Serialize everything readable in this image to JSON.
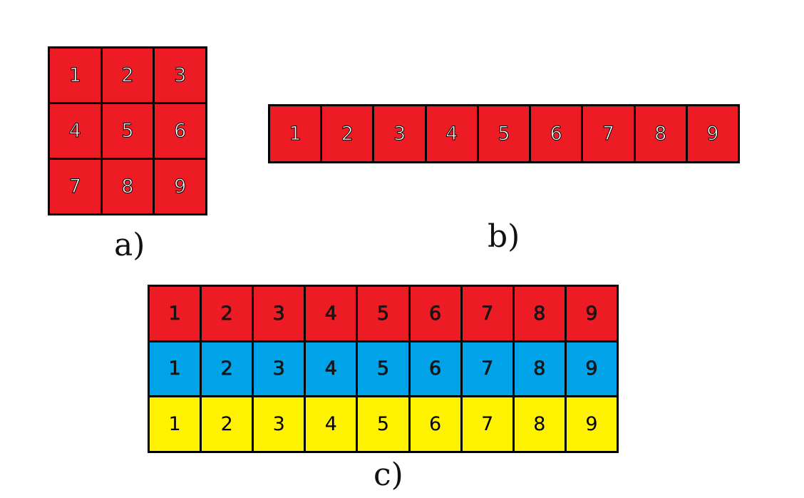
{
  "colors": {
    "red": "#ed1c24",
    "blue": "#00a2e8",
    "yellow": "#fff200",
    "border": "#000000"
  },
  "diagram_a": {
    "label": "a)",
    "cells": [
      "1",
      "2",
      "3",
      "4",
      "5",
      "6",
      "7",
      "8",
      "9"
    ]
  },
  "diagram_b": {
    "label": "b)",
    "cells": [
      "1",
      "2",
      "3",
      "4",
      "5",
      "6",
      "7",
      "8",
      "9"
    ]
  },
  "diagram_c": {
    "label": "c)",
    "rows": [
      {
        "color": "red",
        "cells": [
          "1",
          "2",
          "3",
          "4",
          "5",
          "6",
          "7",
          "8",
          "9"
        ]
      },
      {
        "color": "blue",
        "cells": [
          "1",
          "2",
          "3",
          "4",
          "5",
          "6",
          "7",
          "8",
          "9"
        ]
      },
      {
        "color": "yellow",
        "cells": [
          "1",
          "2",
          "3",
          "4",
          "5",
          "6",
          "7",
          "8",
          "9"
        ]
      }
    ]
  }
}
